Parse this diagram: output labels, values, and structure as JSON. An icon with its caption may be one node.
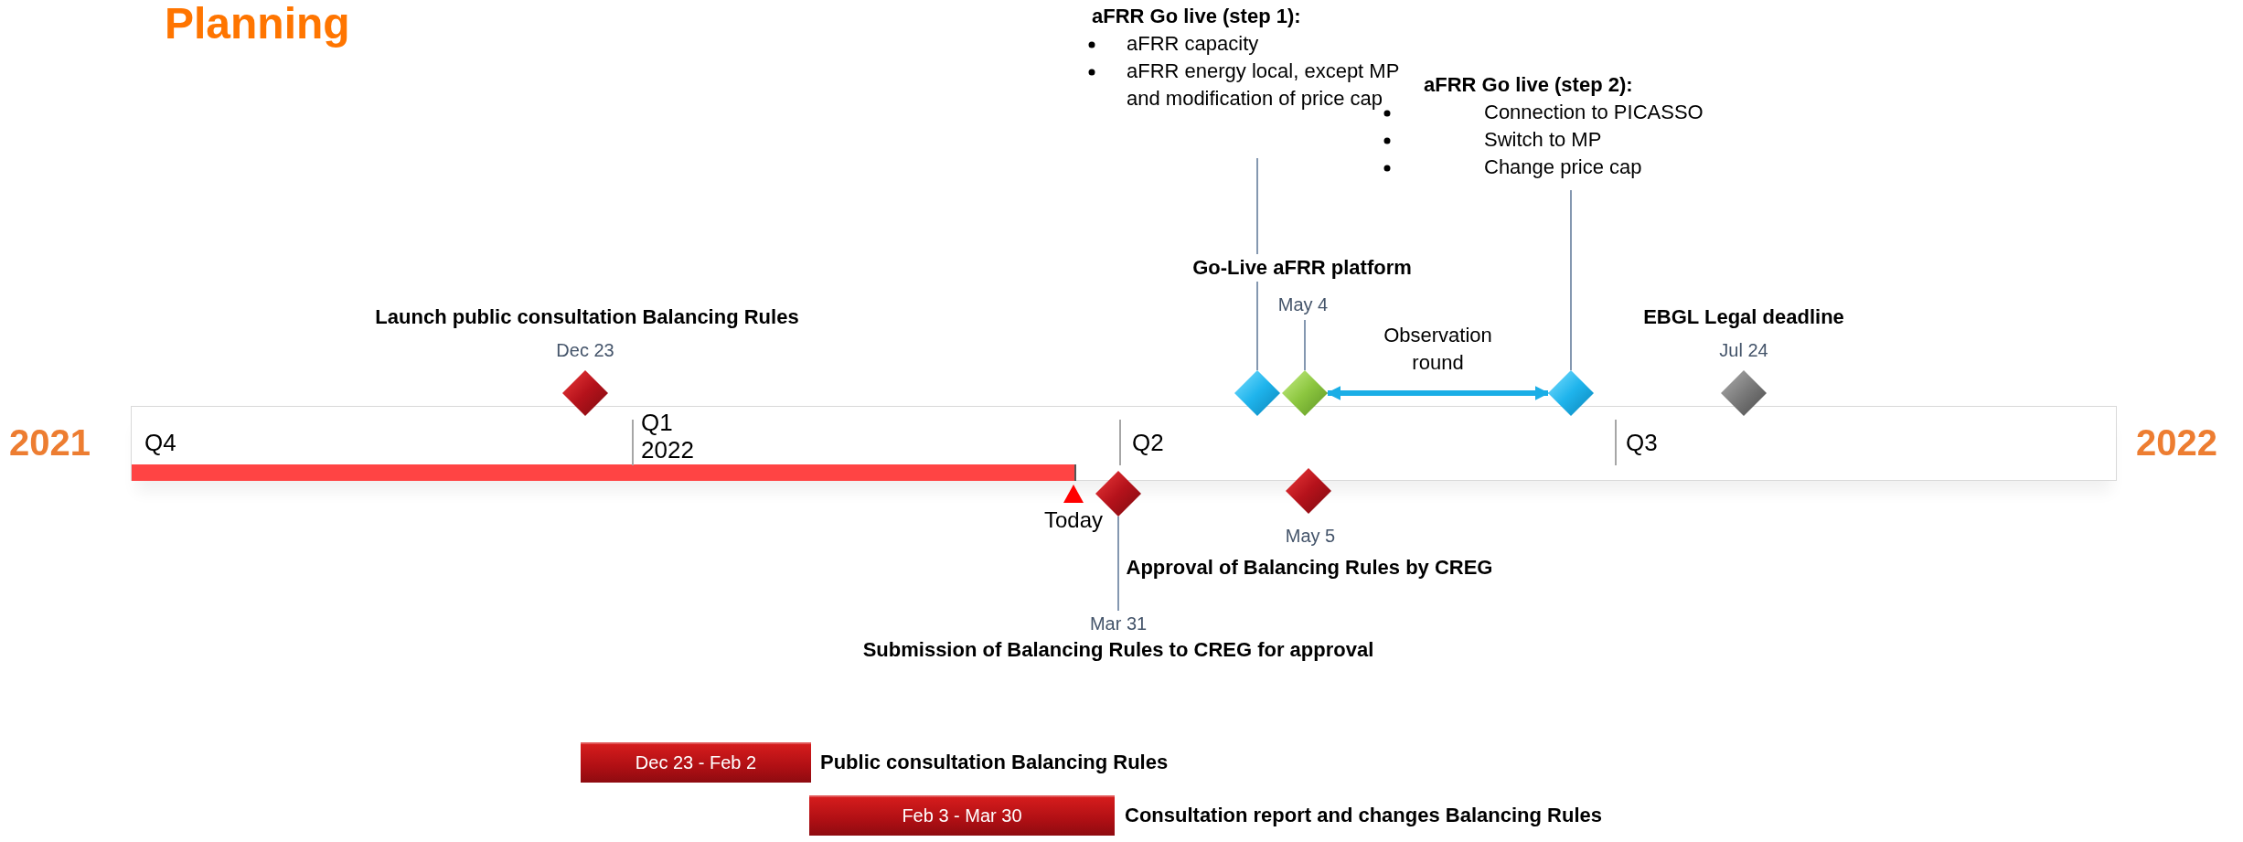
{
  "diagram": {
    "title": "Planning",
    "nodes": [
      {
        "text": [
          "aFRR Go live (step 1):",
          "aFRR capacity",
          "aFRR energy local, except MP and modification of price cap"
        ]
      },
      {
        "text": [
          "aFRR Go live (step 2):",
          "Connection to PICASSO",
          "Switch to MP",
          "Change price cap"
        ]
      },
      {
        "text": [],
        "shape": "diamond",
        "beside": [
          "Launch public consultation Balancing Rules",
          "Dec 23"
        ]
      },
      {
        "text": [],
        "shape": "diamond"
      },
      {
        "text": [],
        "shape": "diamond",
        "beside": [
          "Go-Live aFRR platform",
          "May 4"
        ]
      },
      {
        "text": [],
        "shape": "diamond"
      },
      {
        "text": [],
        "shape": "diamond",
        "beside": [
          "EBGL Legal deadline",
          "Jul 24"
        ]
      },
      {
        "text": [
          "Q4",
          "Q1 2022",
          "Q2",
          "Q3"
        ],
        "beside": [
          "2021",
          "2022"
        ]
      },
      {
        "text": [
          "Today"
        ]
      },
      {
        "text": [],
        "shape": "diamond"
      },
      {
        "text": [],
        "shape": "diamond",
        "beside": [
          "May 5",
          "Approval of Balancing Rules by CREG"
        ]
      },
      {
        "text": [
          "Mar 31",
          "Submission of Balancing Rules to CREG for approval"
        ]
      },
      {
        "text": [
          "Dec 23 - Feb 2"
        ],
        "beside": [
          "Public consultation Balancing Rules"
        ]
      },
      {
        "text": [
          "Feb 3 - Mar 30"
        ],
        "beside": [
          "Consultation report and changes Balancing Rules"
        ]
      }
    ],
    "edges": [
      {
        "from": 0,
        "to": 3,
        "arrow": "none"
      },
      {
        "from": 1,
        "to": 5,
        "arrow": "none"
      },
      {
        "from": 4,
        "to": 5,
        "arrow": "both",
        "label": "Observation round",
        "style": "thick",
        "color": "#1aaee6"
      },
      {
        "from": 11,
        "to": 9,
        "arrow": "none"
      }
    ]
  }
}
